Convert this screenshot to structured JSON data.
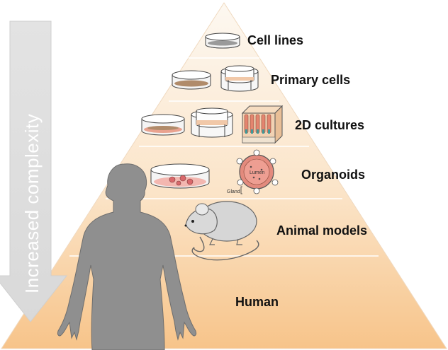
{
  "arrow": {
    "label": "Increased complexity"
  },
  "levels": [
    {
      "label": "Cell lines"
    },
    {
      "label": "Primary cells"
    },
    {
      "label": "2D cultures"
    },
    {
      "label": "Organoids"
    },
    {
      "label": "Animal models"
    },
    {
      "label": "Human"
    }
  ],
  "organoid": {
    "lumen_label": "Lumen",
    "gland_label": "Gland"
  },
  "colors": {
    "pyramid_top": "#fdf6ee",
    "pyramid_bottom": "#f7c98f",
    "arrow_fill": "#e6e6e6",
    "silhouette": "#8f8f8f",
    "mouse": "#d6d6d6",
    "organoid": "#e38a7d"
  }
}
